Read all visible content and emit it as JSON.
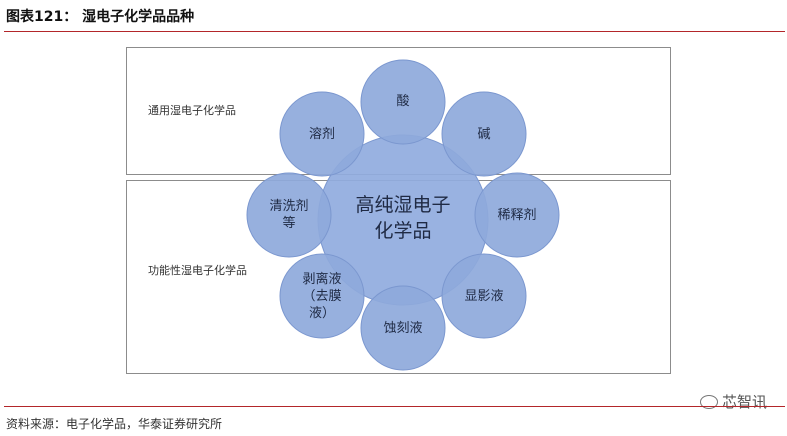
{
  "figure": {
    "title": "图表121：  湿电子化学品品种",
    "source": "资料来源：电子化学品，华泰证券研究所"
  },
  "boxes": {
    "general_label": "通用湿电子化学品",
    "functional_label": "功能性湿电子化学品"
  },
  "center": {
    "line1": "高纯湿电子",
    "line2": "化学品"
  },
  "nodes": {
    "acid": "酸",
    "alkali": "碱",
    "solvent": "溶剂",
    "diluent": "稀释剂",
    "cleaner": "清洗剂\n等",
    "developer": "显影液",
    "stripper": "剥离液\n（去膜\n液）",
    "etchant": "蚀刻液"
  },
  "watermark": {
    "text": "芯智讯"
  },
  "colors": {
    "circle_fill": "#8ea9db",
    "circle_stroke": "#6e8fc9",
    "center_fill": "#93ade0",
    "accent_rule": "#b3262a"
  }
}
